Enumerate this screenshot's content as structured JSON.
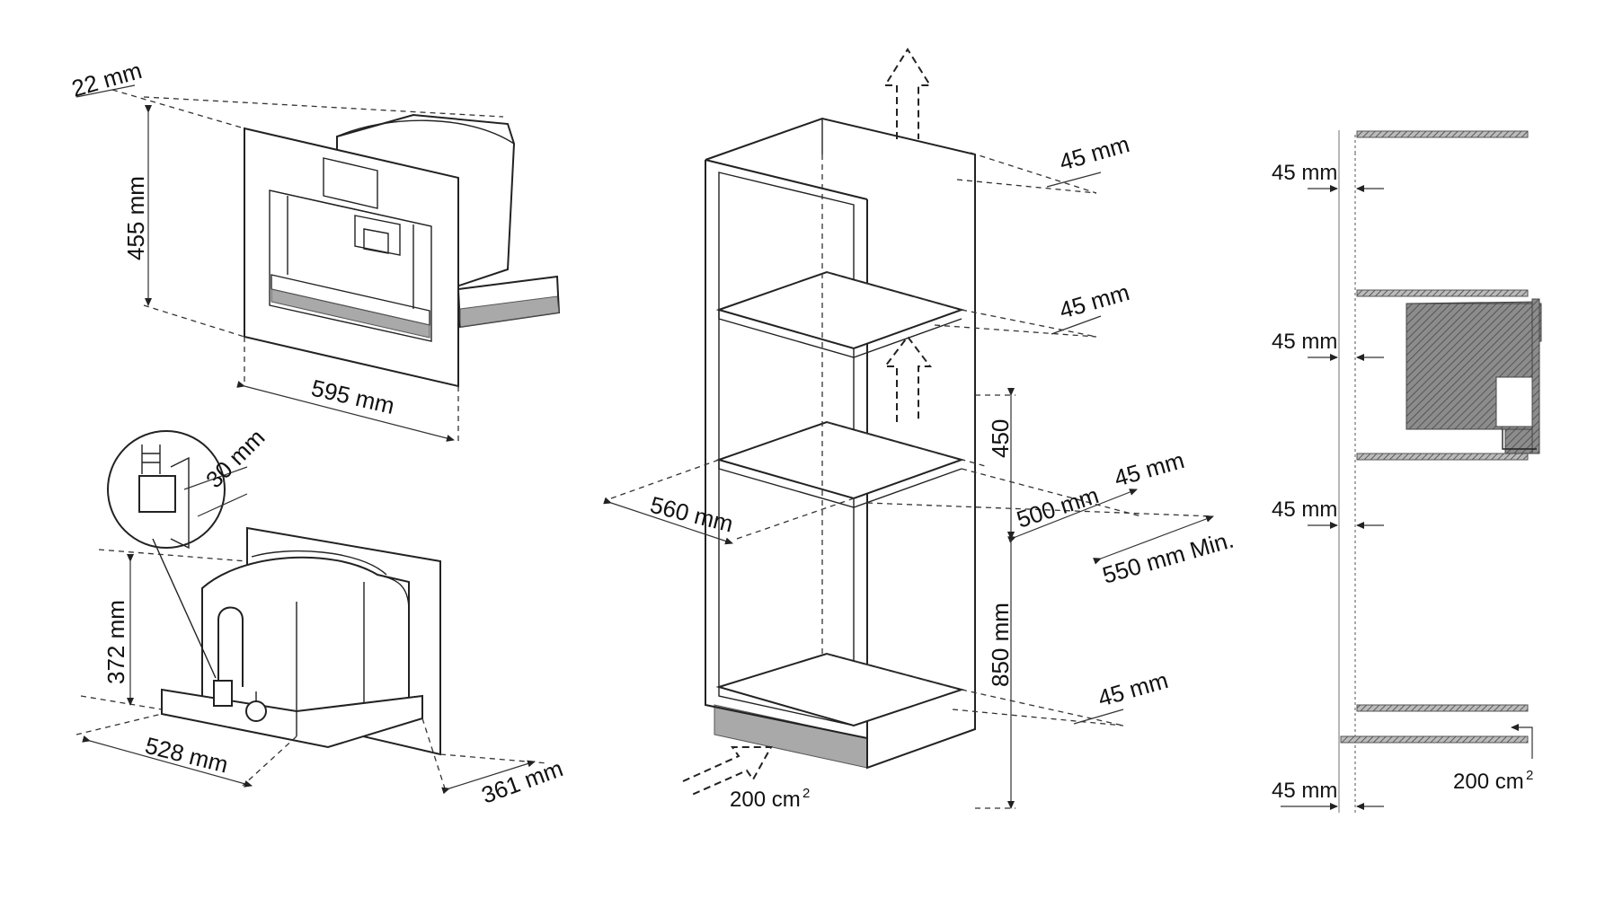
{
  "machine_front": {
    "depth_offset": "22  mm",
    "height": "455 mm",
    "width": "595 mm"
  },
  "machine_back": {
    "connection_offset": "30 mm",
    "height": "372 mm",
    "width": "528 mm",
    "depth": "361 mm"
  },
  "cabinet": {
    "gap_top": "45 mm",
    "gap_shelf_upper": "45 mm",
    "gap_shelf_lower": "45 mm",
    "gap_bottom": "45 mm",
    "niche_height": "450",
    "niche_depth": "500 mm",
    "niche_width": "560 mm",
    "cabinet_depth_min": "550 mm Min.",
    "floor_height": "850 mm",
    "vent_area": "200 cm",
    "vent_area_exp": "2"
  },
  "side_section": {
    "gap_1": "45 mm",
    "gap_2": "45 mm",
    "gap_3": "45 mm",
    "gap_4": "45 mm",
    "vent_area": "200 cm",
    "vent_area_exp": "2"
  }
}
